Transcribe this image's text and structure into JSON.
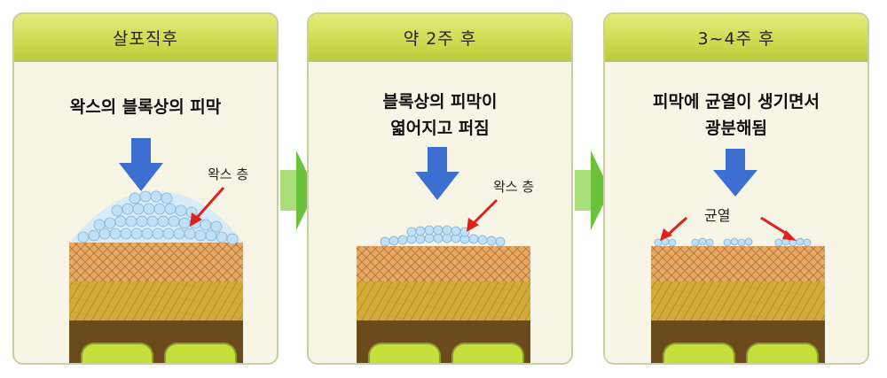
{
  "panels": [
    {
      "title": "살포직후",
      "caption_lines": [
        "왁스의 블록상의 피막"
      ],
      "labels": [
        "왁스 층"
      ]
    },
    {
      "title": "약 2주 후",
      "caption_lines": [
        "블록상의 피막이",
        "엷어지고 퍼짐"
      ],
      "labels": [
        "왁스 층"
      ]
    },
    {
      "title": "3~4주 후",
      "caption_lines": [
        "피막에 균열이 생기면서",
        "광분해됨"
      ],
      "labels": [
        "균열"
      ]
    }
  ],
  "colors": {
    "header": "#c9d84a",
    "panel_bg": "#f7f5e6",
    "down_arrow": "#3d6fd0",
    "red_arrow": "#e0201a",
    "green_arrow": "#6cc23a",
    "wax_bead": "#bfe0f5",
    "soil_top": "#e2a463",
    "soil_mid": "#cfa437",
    "soil_low": "#6b4a1e",
    "seed": "#c6df3a"
  }
}
